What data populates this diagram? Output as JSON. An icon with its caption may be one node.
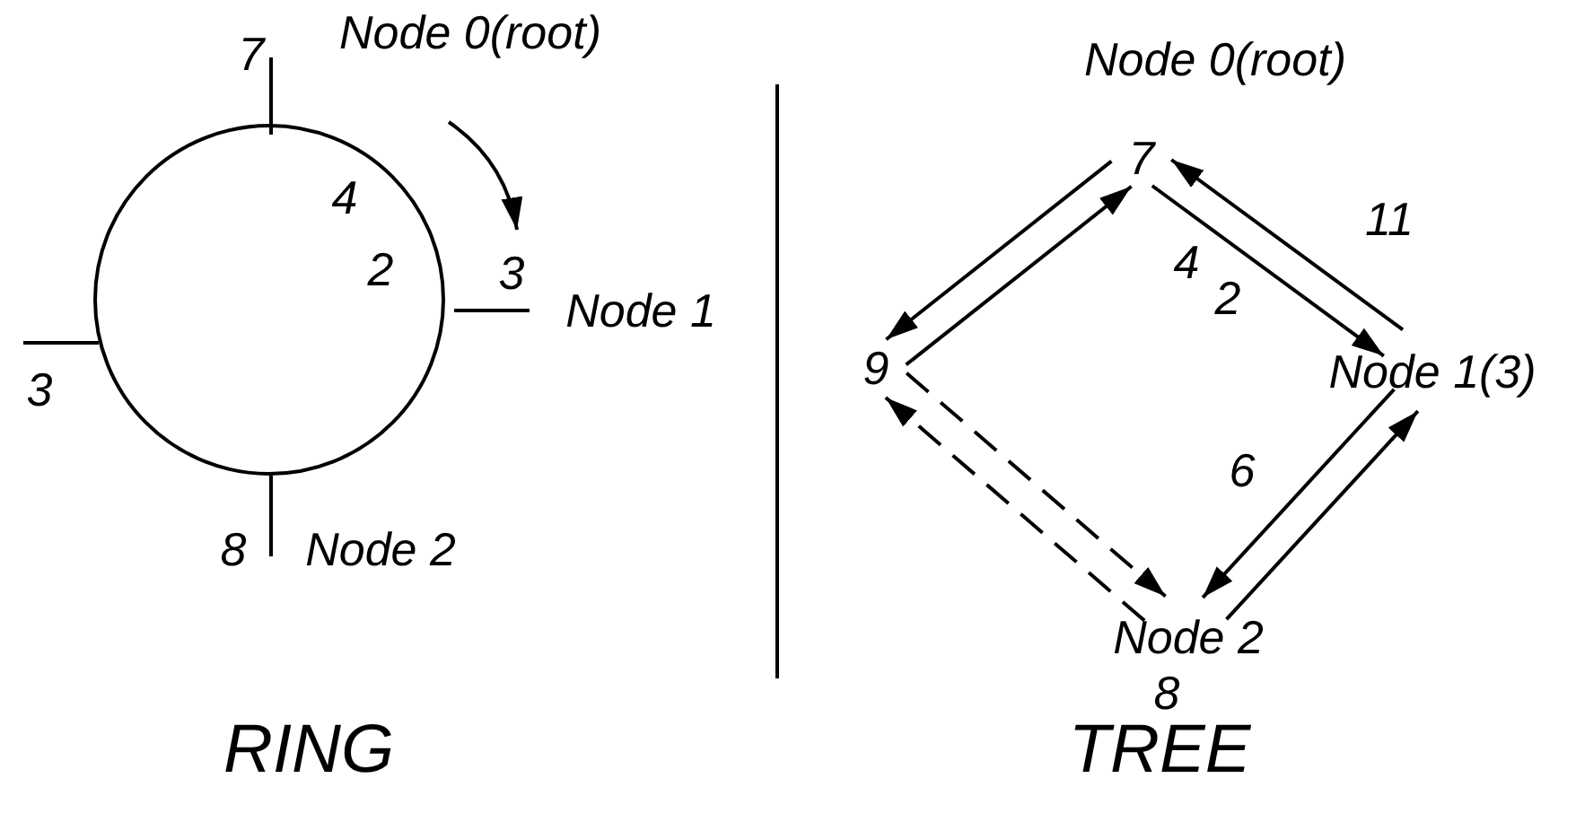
{
  "diagram": {
    "nodes": [
      {
        "text": [
          "7"
        ],
        "beside": [
          "Node 0(root)"
        ]
      },
      {
        "text": [
          "9"
        ]
      },
      {
        "text": [
          "Node 1(3)"
        ]
      },
      {
        "text": [
          "Node 2"
        ],
        "beside": [
          "8"
        ]
      }
    ],
    "edges": [
      {
        "from": 0,
        "to": 1,
        "arrow": "to"
      },
      {
        "from": 1,
        "to": 0,
        "arrow": "to"
      },
      {
        "from": 0,
        "to": 2,
        "arrow": "to"
      },
      {
        "from": 2,
        "to": 0,
        "arrow": "to",
        "label": "11"
      },
      {
        "from": 2,
        "to": 3,
        "arrow": "to",
        "label": "6"
      },
      {
        "from": 3,
        "to": 2,
        "arrow": "to"
      },
      {
        "from": 3,
        "to": 1,
        "arrow": "to",
        "style": "dashed"
      },
      {
        "from": 1,
        "to": 3,
        "arrow": "to",
        "style": "dashed"
      }
    ],
    "labels": [
      "7",
      "Node 0(root)",
      "4",
      "2",
      "3",
      "Node 1",
      "3",
      "8",
      "Node 2",
      "4",
      "2",
      "RING",
      "TREE"
    ]
  }
}
